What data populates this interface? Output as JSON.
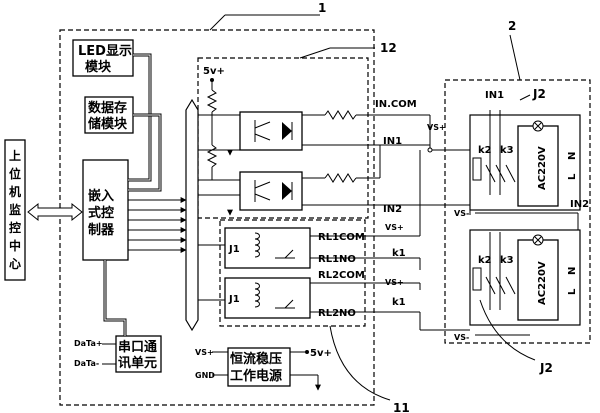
{
  "callouts": {
    "n1": "1",
    "n2": "2",
    "n11": "11",
    "n12": "12",
    "j2_top": "J2",
    "j2_bottom": "J2"
  },
  "left_block": {
    "host_line1": "上",
    "host_line2": "位",
    "host_line3": "机",
    "host_line4": "监",
    "host_line5": "控",
    "host_line6": "中",
    "host_line7": "心"
  },
  "modules": {
    "led_line1": "LED显示",
    "led_line2": "模块",
    "storage_line1": "数据存",
    "storage_line2": "储模块",
    "ctrl_line1": "嵌入",
    "ctrl_line2": "式控",
    "ctrl_line3": "制器",
    "serial_line1": "串口通",
    "serial_line2": "讯单元",
    "power_line1": "恒流稳压",
    "power_line2": "工作电源"
  },
  "signals": {
    "v5_top": "5v+",
    "v5_bottom": "5v+",
    "in_com": "IN.COM",
    "in1": "IN1",
    "in2": "IN2",
    "vs_plus_1": "VS+",
    "vs_plus_2": "VS+",
    "vs_plus_3": "VS+",
    "vs_plus_power": "VS+",
    "vs_minus_1": "VS-",
    "vs_minus_2": "VS-",
    "gnd": "GND",
    "data_plus": "DaTa+",
    "data_minus": "DaTa-",
    "rl1com": "RL1COM",
    "rl1no": "RL1NO",
    "rl2com": "RL2COM",
    "rl2no": "RL2NO",
    "j1_a": "J1",
    "j1_b": "J1",
    "k1_a": "k1",
    "k1_b": "k1",
    "in1_right": "IN1",
    "in2_right": "IN2"
  },
  "right_panels": {
    "k2_a": "k2",
    "k3_a": "k3",
    "k2_b": "k2",
    "k3_b": "k3",
    "ac_a": "AC220V",
    "ac_b": "AC220V",
    "l_a": "L",
    "n_a": "N",
    "l_b": "L",
    "n_b": "N"
  }
}
